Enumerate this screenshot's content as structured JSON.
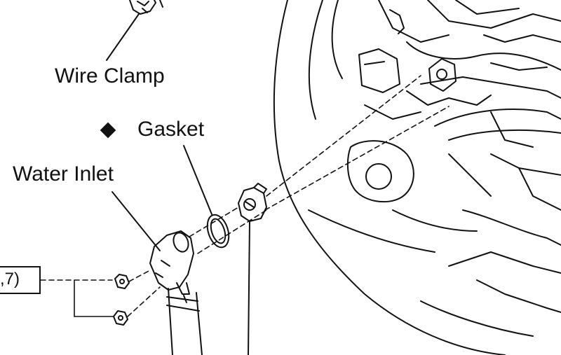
{
  "labels": {
    "wire_clamp": "Wire Clamp",
    "gasket": "Gasket",
    "water_inlet": "Water Inlet",
    "torque_value": ",7)"
  },
  "icons": {
    "gasket_marker": "black-diamond-icon"
  },
  "colors": {
    "line": "#111111",
    "background": "#ffffff"
  }
}
